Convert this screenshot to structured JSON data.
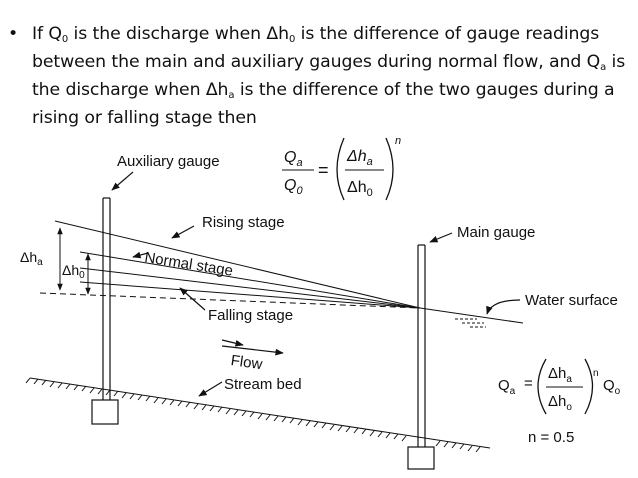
{
  "bullet": {
    "mark": "•",
    "line1_a": "If Q",
    "q0_sub": "0",
    "line1_b": " is the discharge when Δh",
    "h0_sub": "0",
    "line1_c": " is the difference of gauge readings",
    "line2_a": "between the main and auxiliary gauges during normal flow, and Q",
    "qa_sub": "a",
    "line2_b": " is",
    "line3_a": "the discharge when Δh",
    "ha_sub": "a",
    "line3_b": " is the difference of the two gauges during a",
    "line4": "rising or falling stage then"
  },
  "diagram": {
    "auxiliary_gauge": "Auxiliary gauge",
    "main_gauge": "Main gauge",
    "rising_stage": "Rising stage",
    "normal_stage": "Normal stage",
    "falling_stage": "Falling stage",
    "water_surface": "Water surface",
    "flow": "Flow",
    "stream_bed": "Stream bed",
    "delta_ha": "Δh",
    "delta_ha_sub": "a",
    "delta_h0": "Δh",
    "delta_h0_sub": "0"
  },
  "formula_top": {
    "num": "Q",
    "num_sub": "a",
    "den": "Q",
    "den_sub": "0",
    "equals": "=",
    "inner_num": "Δh",
    "inner_num_sub": "a",
    "inner_den": "Δh",
    "inner_den_sub": "0",
    "exponent": "n"
  },
  "formula_right": {
    "lhs": "Q",
    "lhs_sub": "a",
    "equals": "=",
    "inner_num": "Δh",
    "inner_num_sub": "a",
    "inner_den": "Δh",
    "inner_den_sub": "o",
    "exponent": "n",
    "rhs": "Q",
    "rhs_sub": "o",
    "n_value": "n = 0.5"
  }
}
